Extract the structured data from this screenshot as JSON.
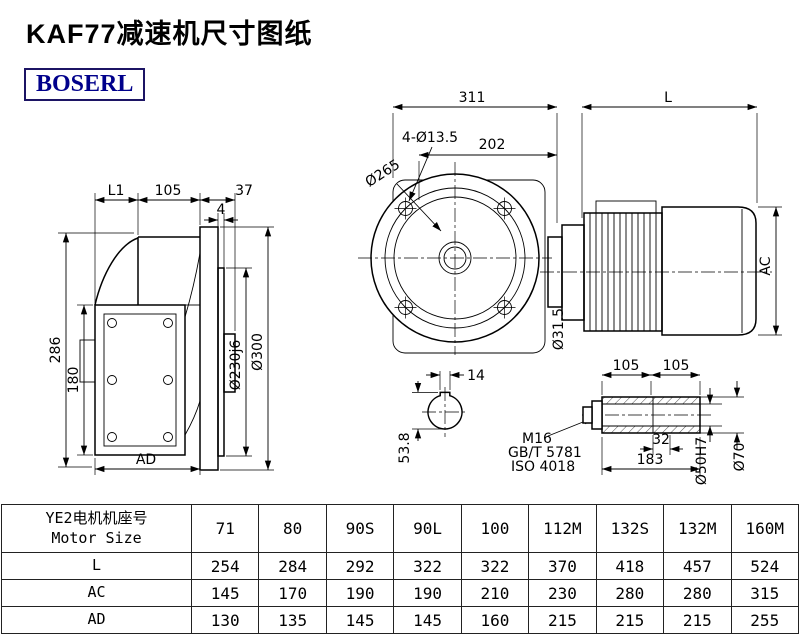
{
  "page": {
    "title": "KAF77减速机尺寸图纸",
    "logo": "BOSERL"
  },
  "drawing": {
    "front": {
      "L1": "L1",
      "n105": "105",
      "n37": "37",
      "n4": "4",
      "n286": "286",
      "n180": "180",
      "AD": "AD",
      "d230": "Ø230j6",
      "d300": "Ø300"
    },
    "flange": {
      "n311": "311",
      "L": "L",
      "bolt": "4-Ø13.5",
      "n202": "202",
      "d265": "Ø265",
      "d315": "Ø31.5",
      "AC": "AC"
    },
    "key": {
      "n14": "14",
      "n538": "53.8",
      "m16": "M16",
      "gb": "GB/T 5781",
      "iso": "ISO 4018"
    },
    "shaft": {
      "n105a": "105",
      "n105b": "105",
      "n32": "32",
      "n183": "183",
      "d50": "Ø50H7",
      "d70": "Ø70"
    }
  },
  "table": {
    "header": {
      "zh": "YE2电机机座号",
      "en": "Motor Size"
    },
    "sizes": [
      "71",
      "80",
      "90S",
      "90L",
      "100",
      "112M",
      "132S",
      "132M",
      "160M"
    ],
    "rows": [
      {
        "label": "L",
        "values": [
          "254",
          "284",
          "292",
          "322",
          "322",
          "370",
          "418",
          "457",
          "524"
        ]
      },
      {
        "label": "AC",
        "values": [
          "145",
          "170",
          "190",
          "190",
          "210",
          "230",
          "280",
          "280",
          "315"
        ]
      },
      {
        "label": "AD",
        "values": [
          "130",
          "135",
          "145",
          "145",
          "160",
          "215",
          "215",
          "215",
          "255"
        ]
      }
    ]
  }
}
